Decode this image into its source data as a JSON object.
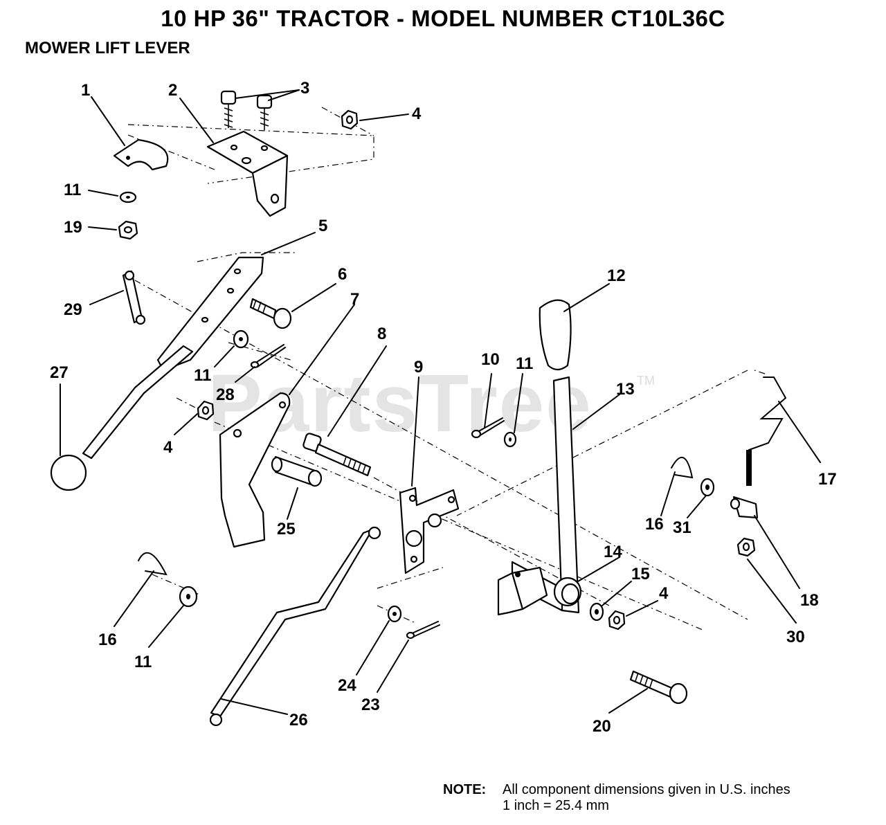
{
  "header": {
    "title": "10 HP 36\" TRACTOR  - MODEL NUMBER CT10L36C",
    "subtitle": "MOWER LIFT LEVER"
  },
  "watermark": {
    "text": "PartsTree",
    "tm": "TM"
  },
  "callouts": {
    "c1": "1",
    "c2": "2",
    "c3": "3",
    "c4a": "4",
    "c4b": "4",
    "c4c": "4",
    "c5": "5",
    "c6": "6",
    "c7": "7",
    "c8": "8",
    "c9": "9",
    "c10": "10",
    "c11a": "11",
    "c11b": "11",
    "c11c": "11",
    "c11d": "11",
    "c12": "12",
    "c13": "13",
    "c14": "14",
    "c15": "15",
    "c16a": "16",
    "c16b": "16",
    "c17": "17",
    "c18": "18",
    "c19": "19",
    "c20": "20",
    "c23": "23",
    "c24": "24",
    "c25": "25",
    "c26": "26",
    "c27": "27",
    "c28": "28",
    "c29": "29",
    "c30": "30",
    "c31": "31"
  },
  "note": {
    "label": "NOTE:",
    "line1": "All component dimensions given in U.S. inches",
    "line2": "1 inch = 25.4 mm"
  }
}
